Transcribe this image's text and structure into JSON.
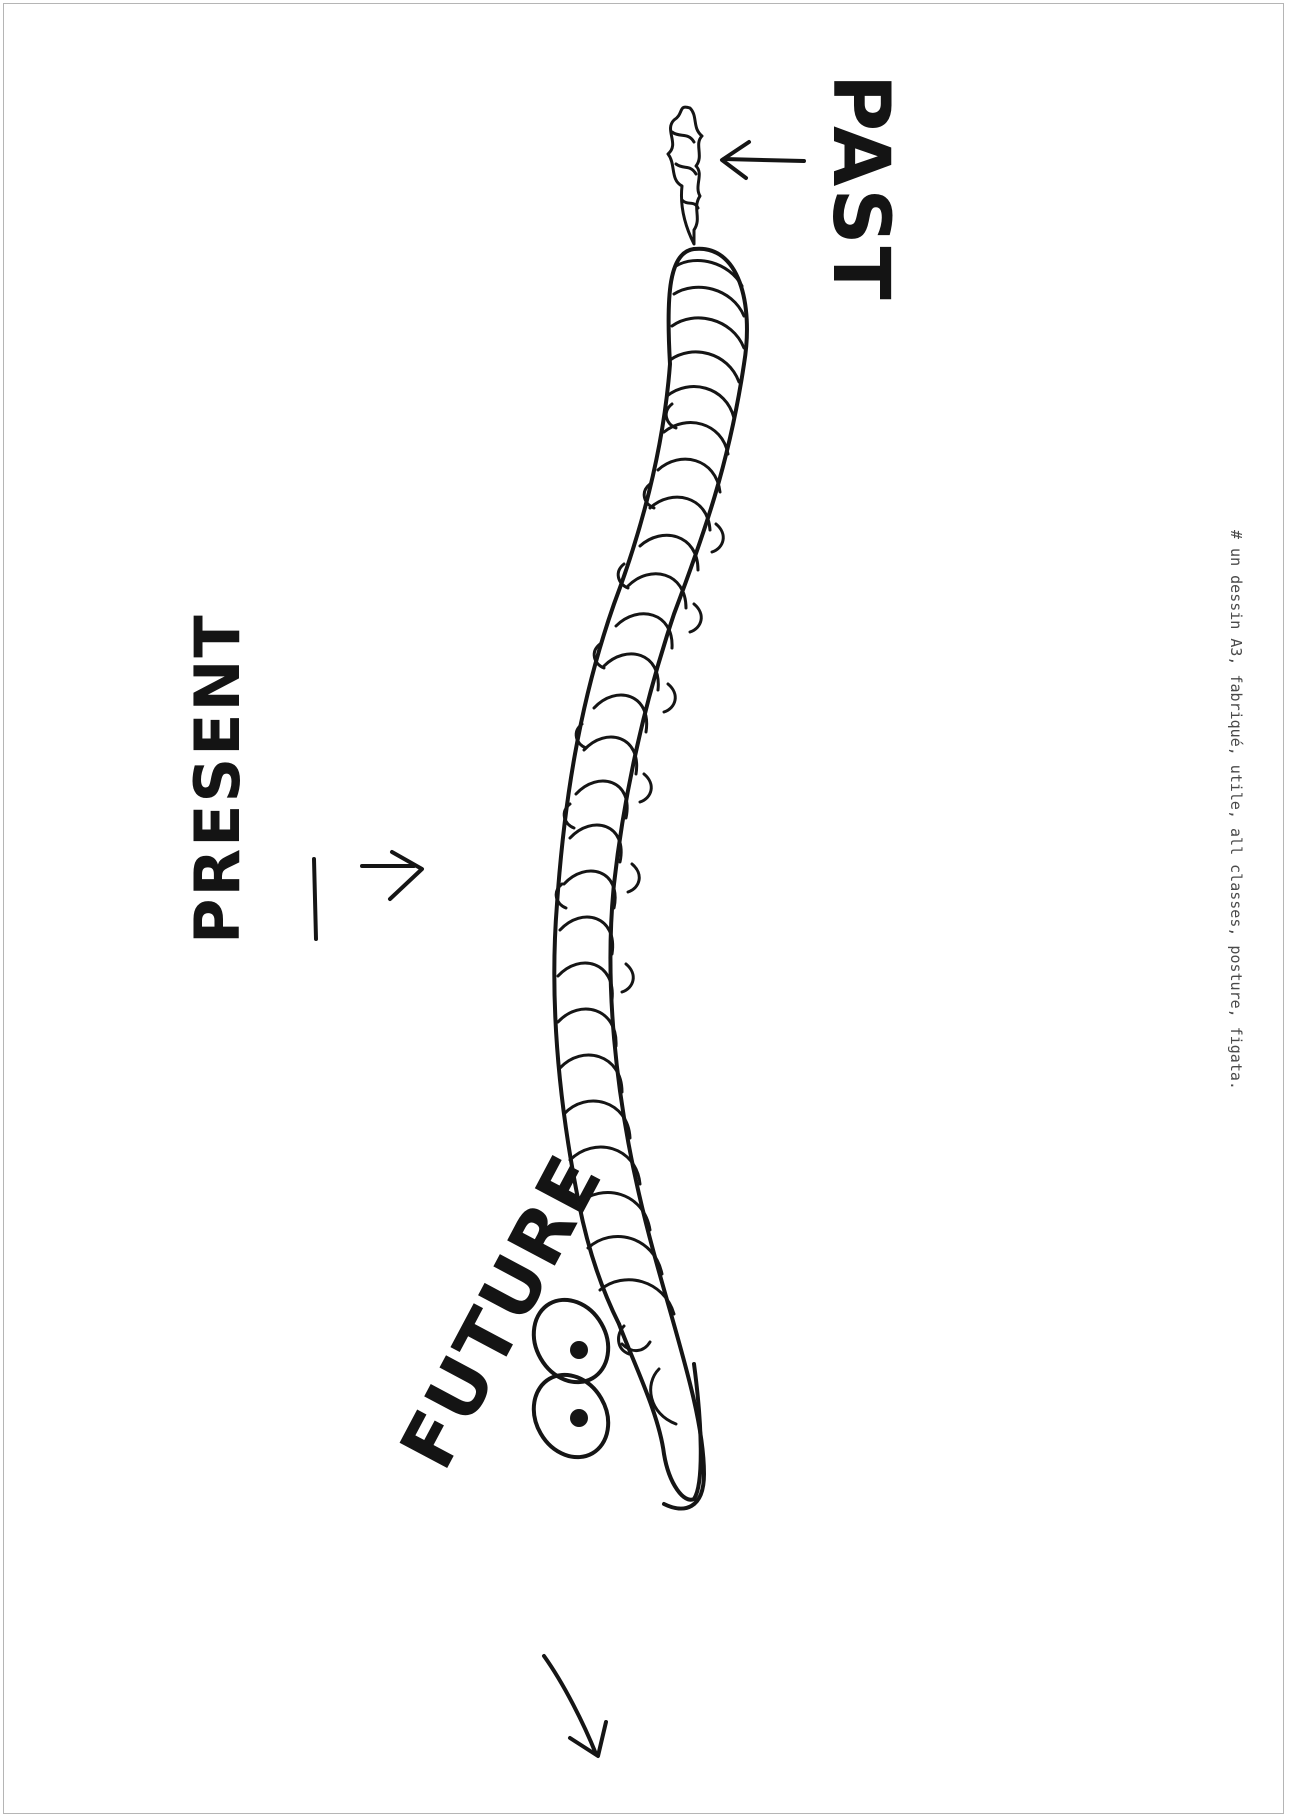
{
  "labels": {
    "past": "PAST",
    "present": "PRESENT",
    "future": "FUTURE"
  },
  "caption": "# un dessin A3, fabriqué, utile, all classes, posture, figata."
}
